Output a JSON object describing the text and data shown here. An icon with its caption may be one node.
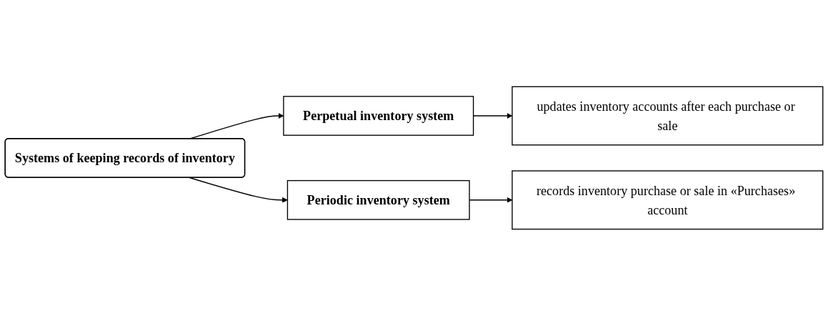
{
  "diagram": {
    "nodes": [
      {
        "text": [
          "Systems of keeping records of inventory"
        ]
      },
      {
        "text": [
          "Perpetual inventory system"
        ]
      },
      {
        "text": [
          "updates inventory accounts after each purchase or sale"
        ]
      },
      {
        "text": [
          "Periodic inventory system"
        ]
      },
      {
        "text": [
          "records inventory purchase or sale in «Purchases» account"
        ]
      }
    ],
    "edges": [
      {
        "from": 0,
        "to": 1,
        "arrow": "to"
      },
      {
        "from": 0,
        "to": 3,
        "arrow": "to"
      },
      {
        "from": 1,
        "to": 2,
        "arrow": "to"
      },
      {
        "from": 3,
        "to": 4,
        "arrow": "to"
      }
    ]
  }
}
